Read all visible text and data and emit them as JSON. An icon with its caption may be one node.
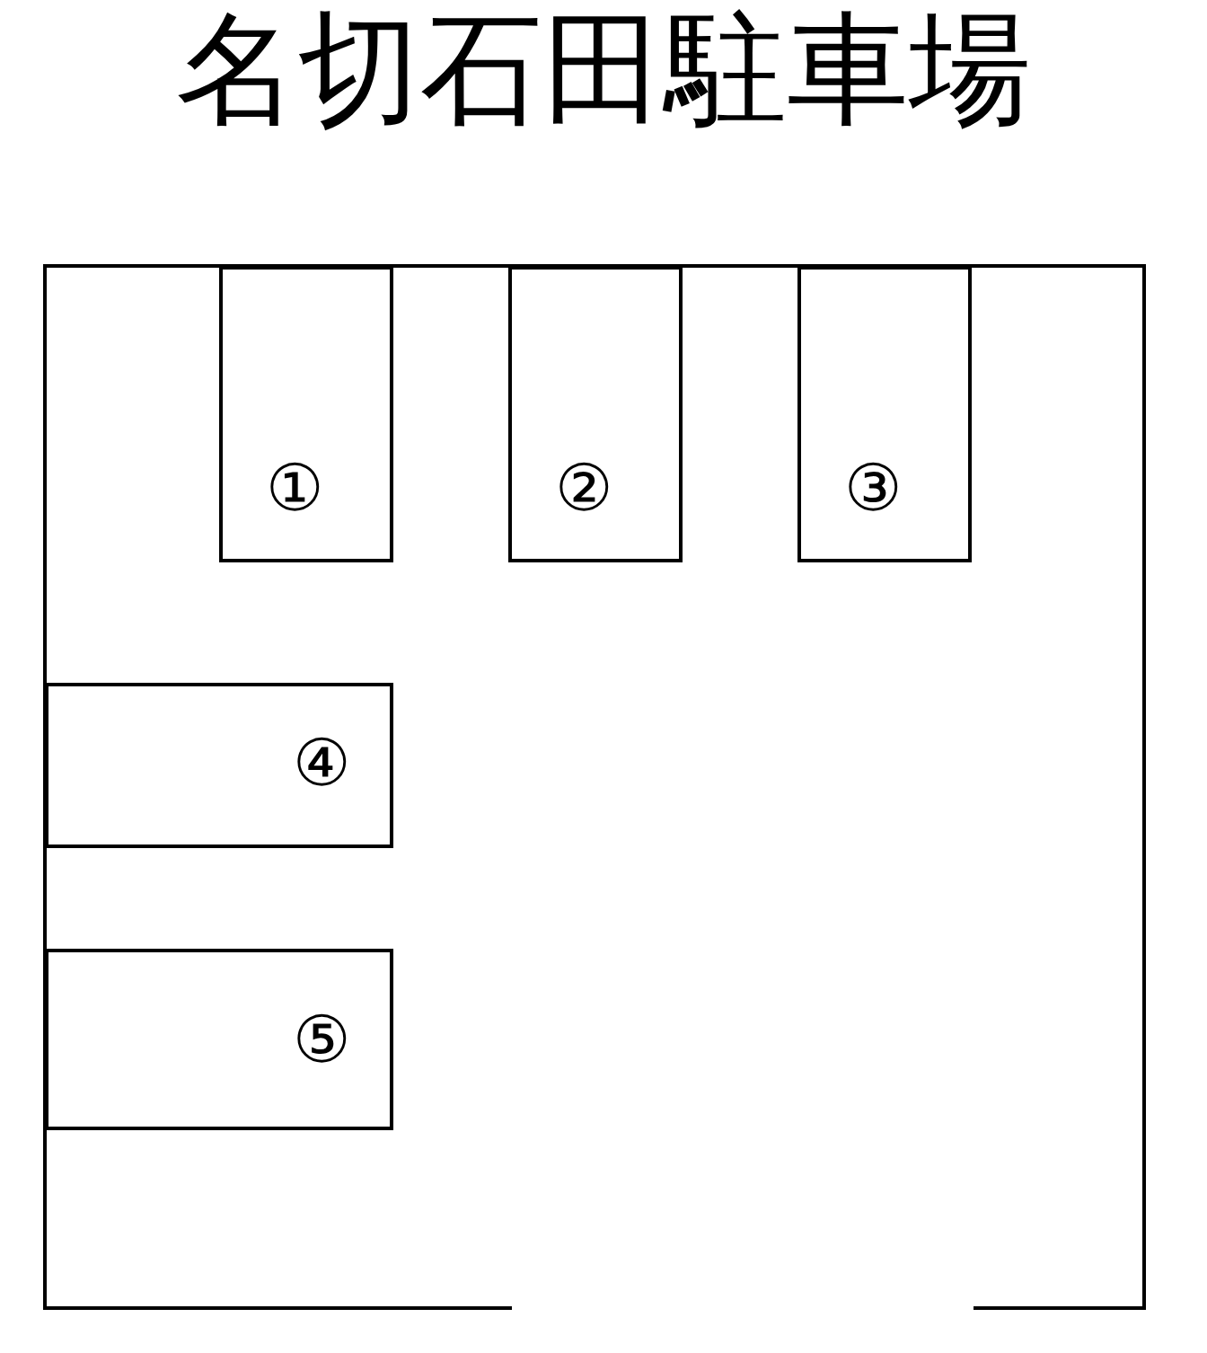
{
  "diagram": {
    "title": "名切石田駐車場",
    "nodes": [
      {
        "text": [
          "①"
        ]
      },
      {
        "text": [
          "②"
        ]
      },
      {
        "text": [
          "③"
        ]
      },
      {
        "text": [
          "④"
        ]
      },
      {
        "text": [
          "⑤"
        ]
      }
    ]
  }
}
